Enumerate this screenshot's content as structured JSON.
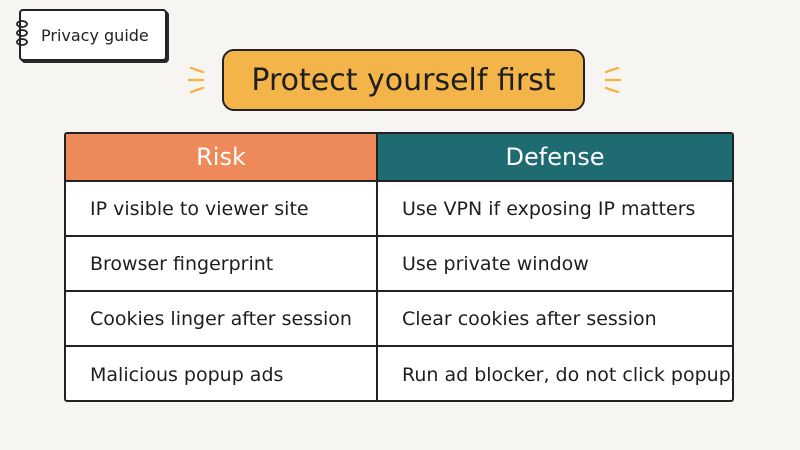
{
  "tag": {
    "label": "Privacy guide",
    "icon": "notebook-rings-icon"
  },
  "title": {
    "text": "Protect yourself first",
    "icon": "sparkle-lines-icon"
  },
  "table": {
    "headers": {
      "risk": "Risk",
      "defense": "Defense"
    },
    "rows": [
      {
        "risk": "IP visible to viewer site",
        "defense": "Use VPN if exposing IP matters"
      },
      {
        "risk": "Browser fingerprint",
        "defense": "Use private window"
      },
      {
        "risk": "Cookies linger after session",
        "defense": "Clear cookies after session"
      },
      {
        "risk": "Malicious popup ads",
        "defense": "Run ad blocker, do not click popups"
      }
    ]
  },
  "colors": {
    "background": "#f7f5f2",
    "title_fill": "#f3b54a",
    "risk_header": "#ee8a5a",
    "defense_header": "#1e6b72",
    "ink": "#222222"
  }
}
